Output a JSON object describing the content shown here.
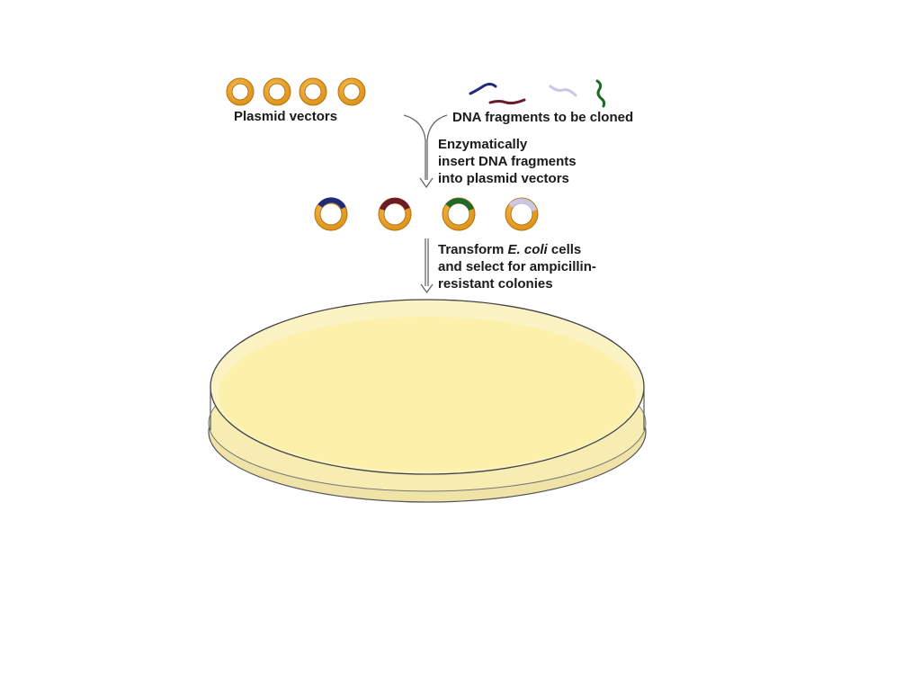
{
  "labels": {
    "plasmid_vectors": "Plasmid vectors",
    "dna_fragments": "DNA fragments to be cloned",
    "step1": {
      "line1": "Enzymatically",
      "line2": "insert DNA fragments",
      "line3": "into plasmid vectors"
    },
    "step2": {
      "line1_prefix": "Transform ",
      "line1_italic": "E. coli",
      "line1_suffix": " cells",
      "line2": "and select for ampicillin-",
      "line3": "resistant colonies"
    }
  },
  "colors": {
    "plasmid": "#f0a830",
    "fragment_blue": "#1f2a7a",
    "fragment_maroon": "#6b1a2a",
    "fragment_lavender": "#c9c6e6",
    "fragment_green": "#1e6a2a",
    "agar": "#fbf2b0",
    "dish_rim": "#f6eaa6",
    "cell_fill": "#f2b640",
    "cell_edge": "#d08a10",
    "chromosome": "#3a7fc0",
    "arrow": "#555555"
  }
}
